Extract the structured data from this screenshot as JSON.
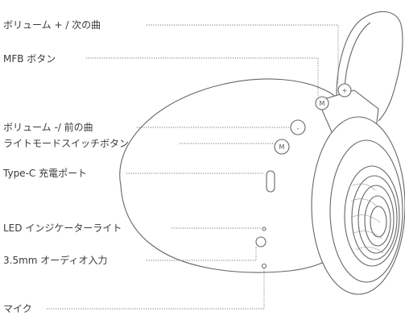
{
  "labels": {
    "volume_up_next": "ボリューム + / 次の曲",
    "mfb_button": "MFB ボタン",
    "volume_down_prev": "ボリューム -/ 前の曲",
    "light_mode_switch": "ライトモードスイッチボタン",
    "type_c_port": "Type-C 充電ポート",
    "led_indicator": "LED インジケーターライト",
    "audio_input": "3.5mm オーディオ入力",
    "microphone": "マイク"
  },
  "button_marks": {
    "mfb": "M",
    "light_mode": "M"
  },
  "colors": {
    "line": "#777777",
    "outline": "#666666",
    "text": "#3a3a3a",
    "background": "#ffffff"
  }
}
